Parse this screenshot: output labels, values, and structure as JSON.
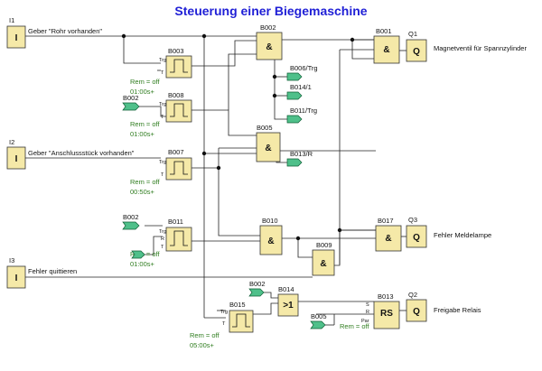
{
  "title": "Steuerung einer Biegemaschine",
  "inputs": [
    {
      "id": "I1",
      "symbol": "I",
      "label": "Geber \"Rohr vorhanden\""
    },
    {
      "id": "I2",
      "symbol": "I",
      "label": "Geber \"Anschlussstück vorhanden\""
    },
    {
      "id": "I3",
      "symbol": "I",
      "label": "Fehler quittieren"
    }
  ],
  "timers": [
    {
      "id": "B003",
      "pins": [
        "Trg",
        "T"
      ],
      "rem": "Rem = off",
      "time": "01:00s+"
    },
    {
      "id": "B008",
      "pins": [
        "Trg",
        "T"
      ],
      "rem": "Rem = off",
      "time": "01:00s+"
    },
    {
      "id": "B007",
      "pins": [
        "Trg",
        "T"
      ],
      "rem": "Rem = off",
      "time": "00:50s+"
    },
    {
      "id": "B011",
      "pins": [
        "Trg",
        "R",
        "T"
      ],
      "rem": "Rem = off",
      "time": "01:00s+"
    },
    {
      "id": "B015",
      "pins": [
        "Trg",
        "T"
      ],
      "rem": "Rem = off",
      "time": "05:00s+"
    }
  ],
  "gates": [
    {
      "id": "B002",
      "symbol": "&"
    },
    {
      "id": "B005",
      "symbol": "&"
    },
    {
      "id": "B001",
      "symbol": "&"
    },
    {
      "id": "B010",
      "symbol": "&"
    },
    {
      "id": "B009",
      "symbol": "&"
    },
    {
      "id": "B017",
      "symbol": "&"
    },
    {
      "id": "B014",
      "symbol": ">1"
    }
  ],
  "rs": {
    "id": "B013",
    "symbol": "RS",
    "pins": [
      "S",
      "R",
      "Par"
    ],
    "rem": "Rem = off"
  },
  "outputs": [
    {
      "id": "Q1",
      "symbol": "Q",
      "label": "Magnetventil für Spannzylinder"
    },
    {
      "id": "Q3",
      "symbol": "Q",
      "label": "Fehler Meldelampe"
    },
    {
      "id": "Q2",
      "symbol": "Q",
      "label": "Freigabe Relais"
    }
  ],
  "connectors": {
    "b008_in": "B002",
    "b011_in": "B002",
    "b014_in": "B002",
    "b013_par": "B005",
    "b002_out": [
      "B006/Trg",
      "B014/1",
      "B011/Trg"
    ],
    "b005_out": "B013/R"
  },
  "colors": {
    "title": "#1f1fd6",
    "block": "#f5e9a8",
    "connector": "#4fc08a",
    "param": "#2f7d1f"
  }
}
